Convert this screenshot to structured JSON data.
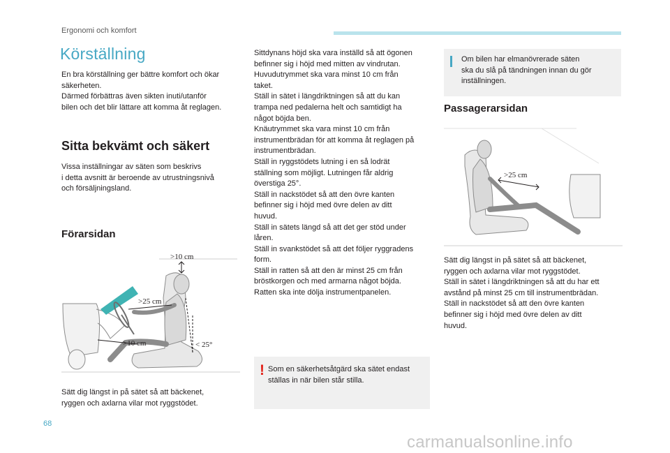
{
  "header": {
    "section": "Ergonomi och komfort"
  },
  "page_number": "68",
  "watermark": "carmanualsonline.info",
  "main_title": "Körställning",
  "intro": [
    "En bra körställning ger bättre komfort och ökar",
    "säkerheten.",
    "Därmed förbättras även sikten inuti/utanför",
    "bilen och det blir lättare att komma åt reglagen."
  ],
  "section_title": "Sitta bekvämt och säkert",
  "section_text": [
    "Vissa inställningar av säten som beskrivs",
    "i detta avsnitt är beroende av utrustningsnivå",
    "och försäljningsland."
  ],
  "driver": {
    "title": "Förarsidan",
    "labels": {
      "head": ">10 cm",
      "chest": ">25 cm",
      "knee": ">10 cm",
      "angle": "< 25°"
    },
    "caption": [
      "Sätt dig längst in på sätet så att bäckenet,",
      "ryggen och axlarna vilar mot ryggstödet."
    ]
  },
  "middle_text": [
    "Sittdynans höjd ska vara inställd så att ögonen",
    "befinner sig i höjd med mitten av vindrutan.",
    "Huvudutrymmet ska vara minst 10 cm från",
    "taket.",
    "Ställ in sätet i längdriktningen så att du kan",
    "trampa ned pedalerna helt och samtidigt ha",
    "något böjda ben.",
    "Knäutrymmet ska vara minst 10 cm från",
    "instrumentbrädan för att komma åt reglagen på",
    "instrumentbrädan.",
    "Ställ in ryggstödets lutning i en så lodrät",
    "ställning som möjligt. Lutningen får aldrig",
    "överstiga 25°.",
    "Ställ in nackstödet så att den övre kanten",
    "befinner sig i höjd med övre delen av ditt",
    "huvud.",
    "Ställ in sätets längd så att det ger stöd under",
    "låren.",
    "Ställ in svankstödet så att det följer ryggradens",
    "form.",
    "Ställ in ratten så att den är minst 25 cm från",
    "bröstkorgen och med armarna något böjda.",
    "Ratten ska inte dölja instrumentpanelen."
  ],
  "warning": {
    "mark": "!",
    "text": [
      "Som en säkerhetsåtgärd ska sätet endast",
      "ställas in när bilen står stilla."
    ]
  },
  "info": {
    "text": [
      "Om bilen har elmanövrerade säten",
      "ska du slå på tändningen innan du gör",
      "inställningen."
    ]
  },
  "passenger": {
    "title": "Passagerarsidan",
    "labels": {
      "dash": ">25 cm"
    },
    "caption": [
      "Sätt dig längst in på sätet så att bäckenet,",
      "ryggen och axlarna vilar mot ryggstödet.",
      "Ställ in sätet i längdriktningen så att du har ett",
      "avstånd på minst 25 cm till instrumentbrädan.",
      "Ställ in nackstödet så att den övre kanten",
      "befinner sig i höjd med övre delen av ditt",
      "huvud."
    ]
  },
  "colors": {
    "accent": "#47a8c4",
    "warning": "#e2231a",
    "box": "#f0f0f0",
    "header_bar": "#b9e3ec"
  }
}
